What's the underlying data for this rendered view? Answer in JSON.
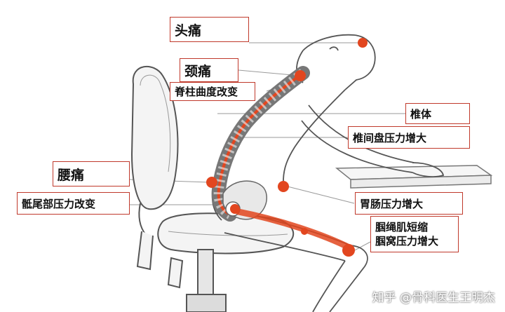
{
  "labels": {
    "headache": "头痛",
    "neck_pain": "颈痛",
    "spine_curve": "脊柱曲度改变",
    "vertebra": "椎体",
    "disc_pressure": "椎间盘压力增大",
    "low_back_pain": "腰痛",
    "sacrococcyx": "骶尾部压力改变",
    "gi_pressure": "胃肠压力增大",
    "hamstring_line1": "腘绳肌短缩",
    "hamstring_line2": "腘窝压力增大"
  },
  "watermark": "知乎 @骨科医生王明杰",
  "colors": {
    "label_border": "#c0392b",
    "highlight": "#e2461f",
    "sketch": "#555555"
  }
}
